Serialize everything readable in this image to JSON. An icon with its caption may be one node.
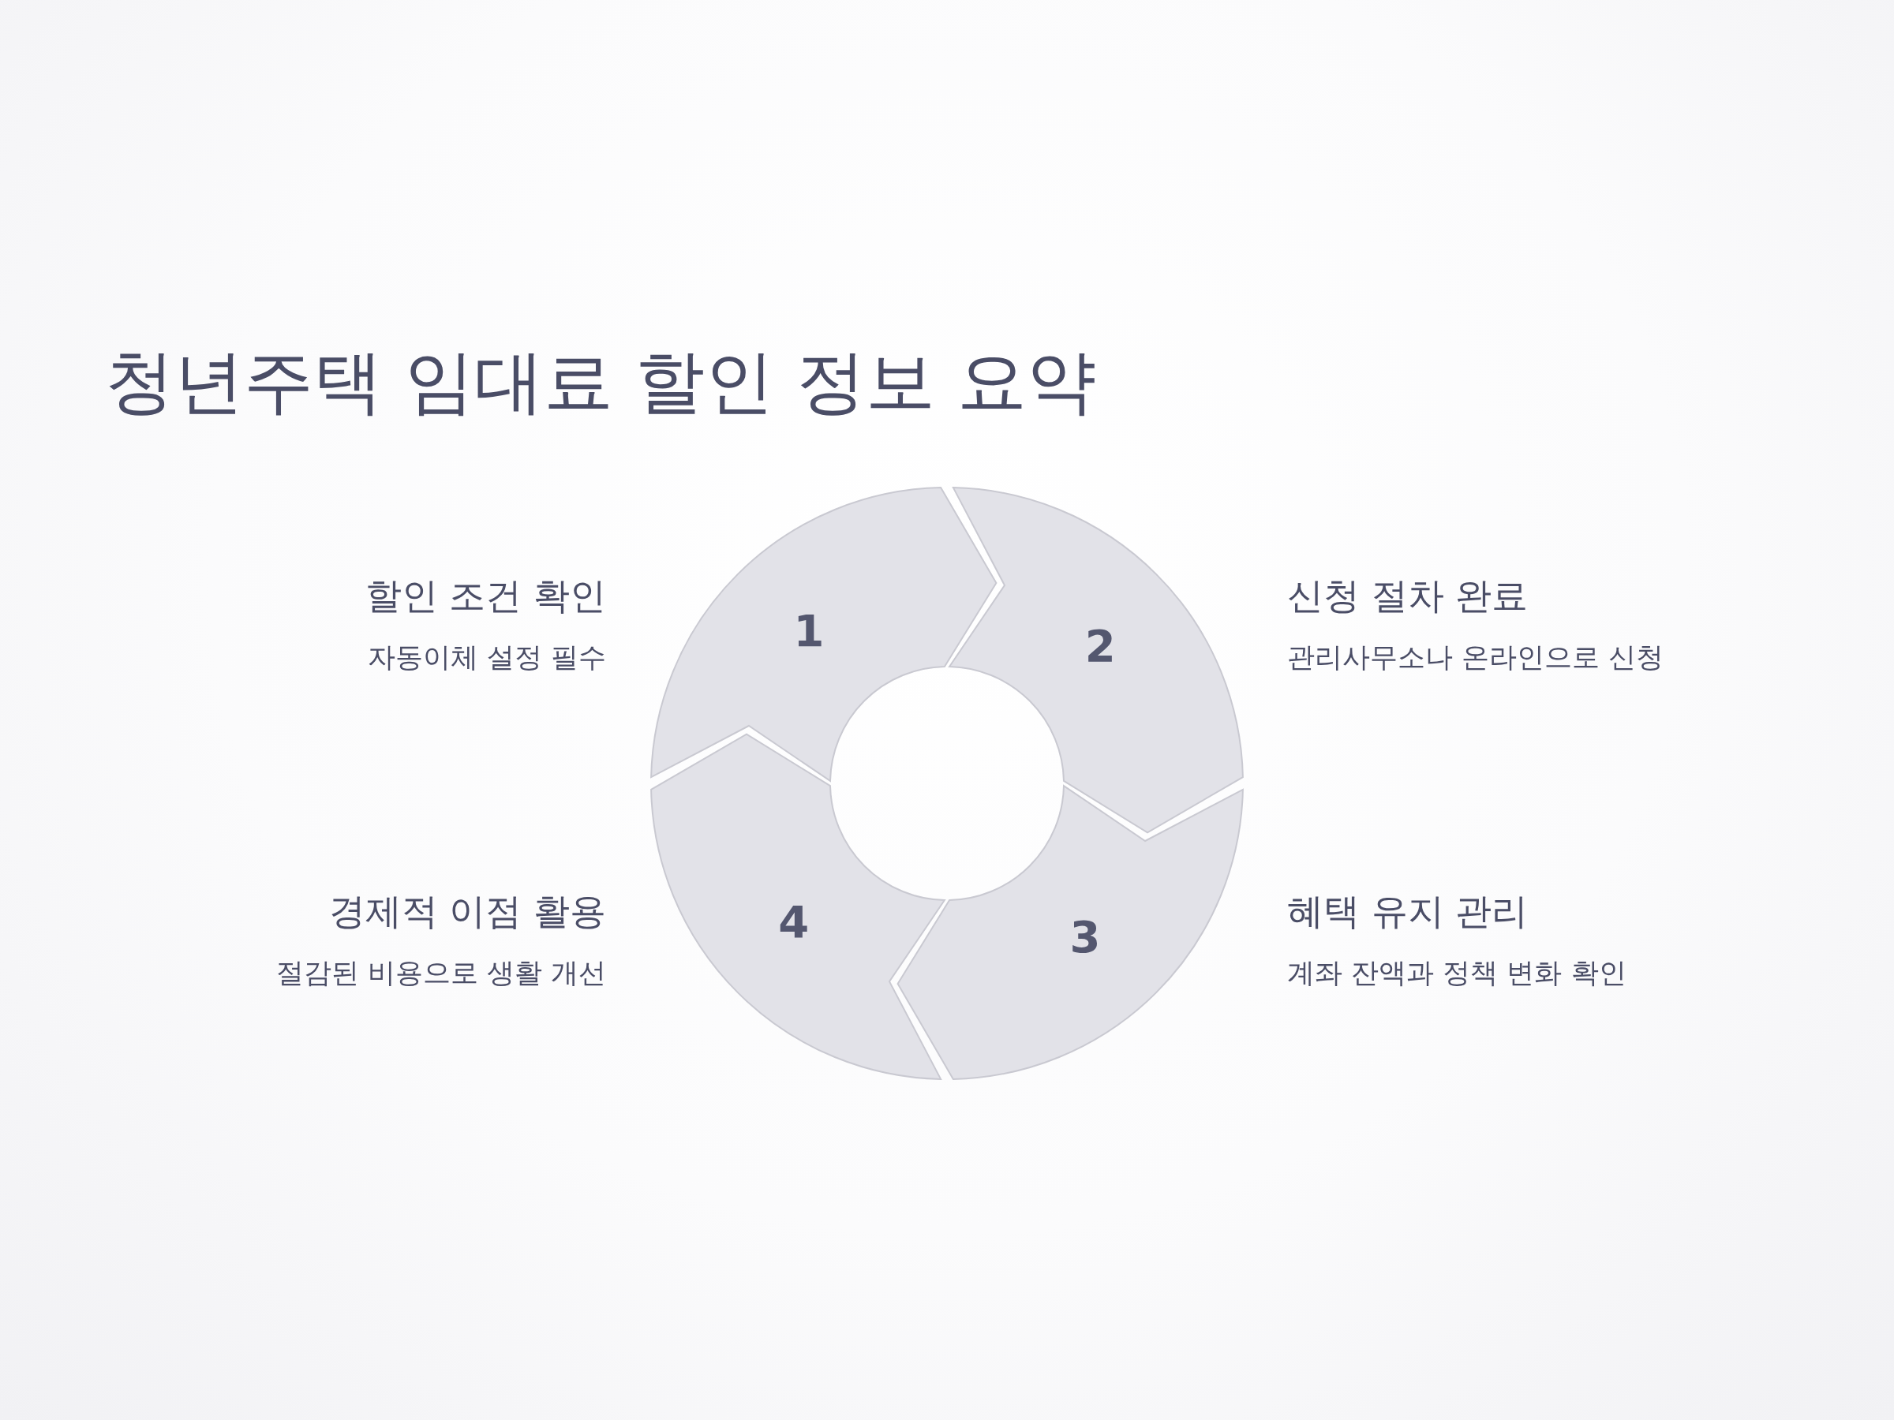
{
  "diagram": {
    "title": "청년주택 임대료 할인 정보 요약",
    "nodes": [
      {
        "text": [
          "1"
        ],
        "beside": [
          "할인 조건 확인",
          "자동이체 설정 필수"
        ]
      },
      {
        "text": [
          "2"
        ],
        "beside": [
          "신청 절차 완료",
          "관리사무소나 온라인으로 신청"
        ]
      },
      {
        "text": [
          "3"
        ],
        "beside": [
          "혜택 유지 관리",
          "계좌 잔액과 정책 변화 확인"
        ]
      },
      {
        "text": [
          "4"
        ],
        "beside": [
          "경제적 이점 활용",
          "절감된 비용으로 생활 개선"
        ]
      }
    ],
    "edges": []
  }
}
